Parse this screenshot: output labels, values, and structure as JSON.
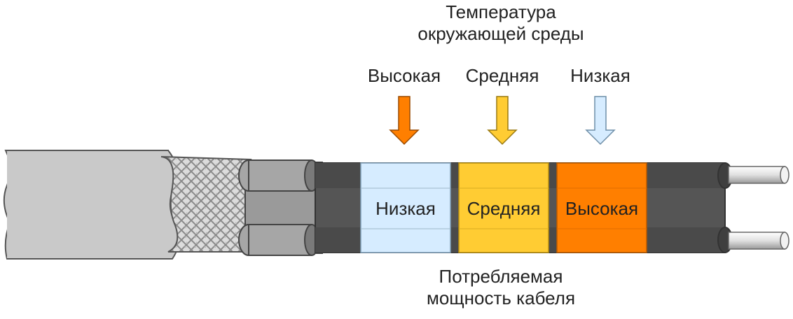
{
  "diagram": {
    "ambient_title": {
      "line1": "Температура",
      "line2": "окружающей среды"
    },
    "ambient_levels": {
      "high": "Высокая",
      "medium": "Средняя",
      "low": "Низкая"
    },
    "cable_zones": {
      "low": "Низкая",
      "medium": "Средняя",
      "high": "Высокая"
    },
    "power_title": {
      "line1": "Потребляемая",
      "line2": "мощность кабеля"
    }
  },
  "colors": {
    "high": "#ff7f00",
    "medium": "#ffcc33",
    "low": "#d6ecff",
    "jacket": "#c8c8c8",
    "braid": "#d9d9d9",
    "core": "#555555",
    "wire": "#e6e6e6"
  }
}
